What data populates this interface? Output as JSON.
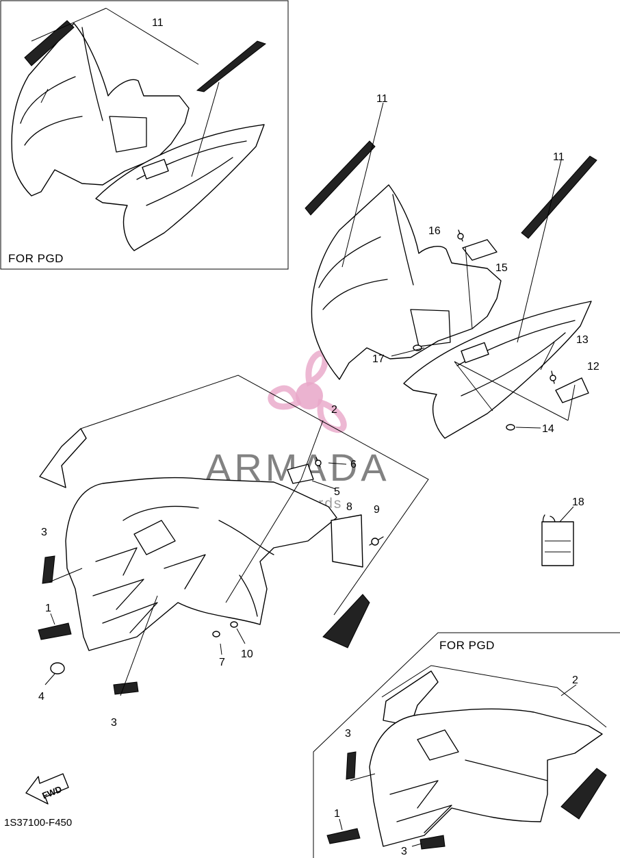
{
  "diagram": {
    "part_code": "1S37100-F450",
    "variant_boxes": [
      {
        "id": "top-left",
        "label": "FOR PGD"
      },
      {
        "id": "bottom-right",
        "label": "FOR PGD"
      }
    ],
    "fwd_arrow_label": "FWD",
    "watermark": {
      "brand": "ARMADA",
      "tagline": "marine outboards",
      "accent_color": "#e8a6c8"
    },
    "callouts": {
      "top_left_box": [
        "11"
      ],
      "rear_fender": [
        "11",
        "11",
        "16",
        "15",
        "17",
        "13",
        "12",
        "14"
      ],
      "front_fender": [
        "2",
        "6",
        "5",
        "8",
        "9",
        "3",
        "1",
        "4",
        "3",
        "7",
        "10"
      ],
      "tag": [
        "18"
      ],
      "bottom_right_box": [
        "2",
        "3",
        "1",
        "3"
      ]
    }
  }
}
